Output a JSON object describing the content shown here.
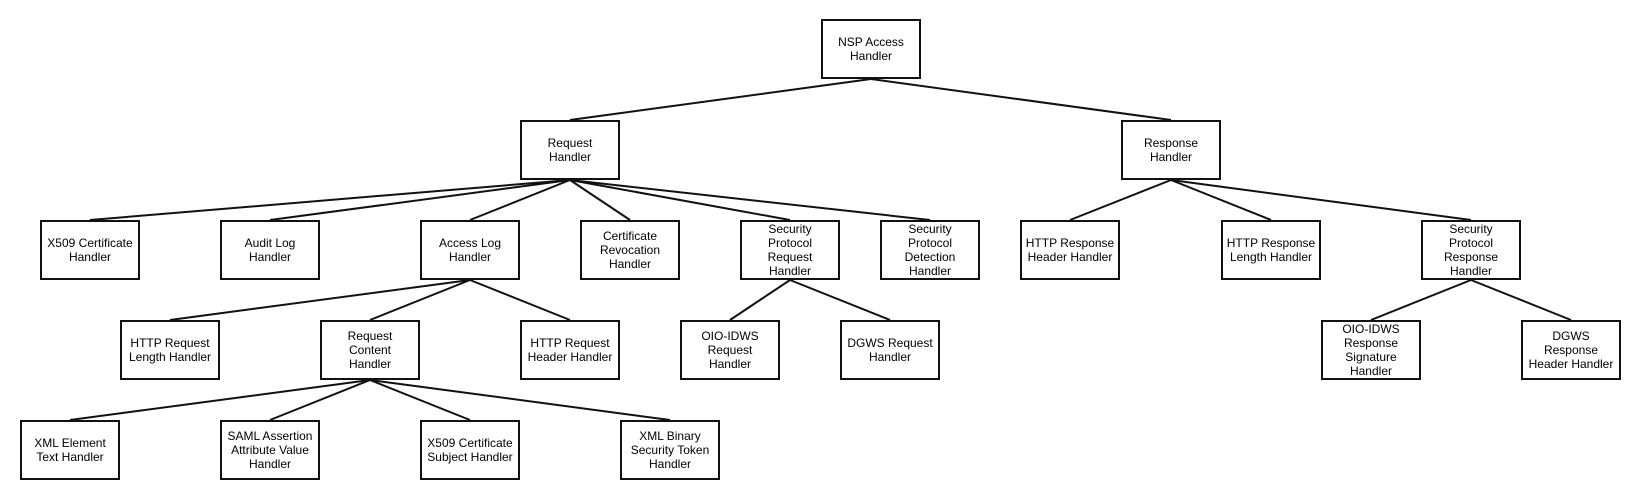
{
  "diagram": {
    "nodes": {
      "root": "NSP Access\nHandler",
      "request": "Request\nHandler",
      "response": "Response\nHandler",
      "x509": "X509 Certificate\nHandler",
      "audit": "Audit Log\nHandler",
      "access": "Access Log\nHandler",
      "revocation": "Certificate\nRevocation\nHandler",
      "secreq": "Security Protocol\nRequest Handler",
      "secdet": "Security Protocol\nDetection\nHandler",
      "httprespheader": "HTTP Response\nHeader Handler",
      "httpresplen": "HTTP Response\nLength Handler",
      "secresp": "Security Protocol\nResponse\nHandler",
      "httpreqlen": "HTTP Request\nLength Handler",
      "reqcontent": "Request Content\nHandler",
      "httpreqheader": "HTTP Request\nHeader Handler",
      "oioreq": "OIO-IDWS\nRequest\nHandler",
      "dgwsreq": "DGWS Request\nHandler",
      "oioresp": "OIO-IDWS\nResponse\nSignature\nHandler",
      "dgwsresp": "DGWS Response\nHeader Handler",
      "xmlelem": "XML Element\nText Handler",
      "saml": "SAML Assertion\nAttribute Value\nHandler",
      "x509subj": "X509 Certificate\nSubject Handler",
      "xmlbin": "XML Binary\nSecurity Token\nHandler"
    },
    "edges": [
      [
        "root",
        "request"
      ],
      [
        "root",
        "response"
      ],
      [
        "request",
        "x509"
      ],
      [
        "request",
        "audit"
      ],
      [
        "request",
        "access"
      ],
      [
        "request",
        "revocation"
      ],
      [
        "request",
        "secreq"
      ],
      [
        "request",
        "secdet"
      ],
      [
        "response",
        "httprespheader"
      ],
      [
        "response",
        "httpresplen"
      ],
      [
        "response",
        "secresp"
      ],
      [
        "access",
        "httpreqlen"
      ],
      [
        "access",
        "reqcontent"
      ],
      [
        "access",
        "httpreqheader"
      ],
      [
        "secreq",
        "oioreq"
      ],
      [
        "secreq",
        "dgwsreq"
      ],
      [
        "secresp",
        "oioresp"
      ],
      [
        "secresp",
        "dgwsresp"
      ],
      [
        "reqcontent",
        "xmlelem"
      ],
      [
        "reqcontent",
        "saml"
      ],
      [
        "reqcontent",
        "x509subj"
      ],
      [
        "reqcontent",
        "xmlbin"
      ]
    ]
  }
}
